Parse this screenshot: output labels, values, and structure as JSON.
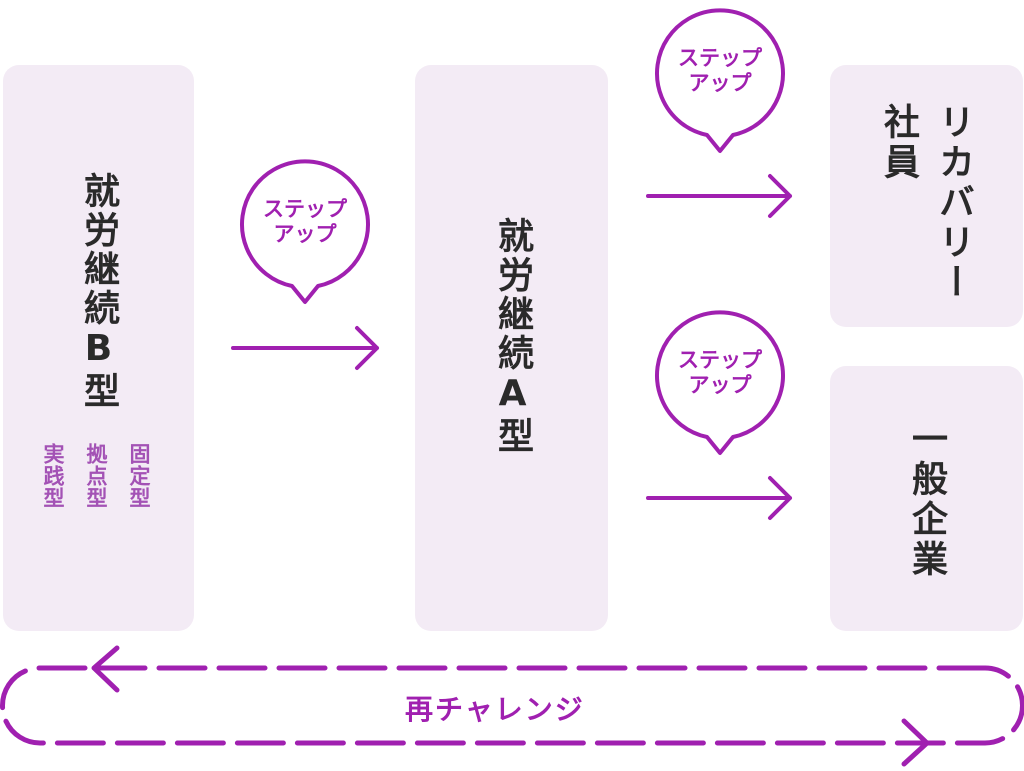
{
  "colors": {
    "accent": "#a020b0",
    "box_fill": "#f3ebf5",
    "sub_label": "#a352b5",
    "text": "#2a2a2a"
  },
  "stages": {
    "type_b": {
      "title": "就労継続B型",
      "subtypes": [
        "固定型",
        "拠点型",
        "実践型"
      ]
    },
    "type_a": {
      "title": "就労継続A型"
    },
    "recovery": {
      "title_col1": "リカバリー",
      "title_col2": "社員"
    },
    "general": {
      "title": "一般企業"
    }
  },
  "steps": {
    "b_to_a": {
      "line1": "ステップ",
      "line2": "アップ"
    },
    "a_to_recovery": {
      "line1": "ステップ",
      "line2": "アップ"
    },
    "a_to_general": {
      "line1": "ステップ",
      "line2": "アップ"
    }
  },
  "loop": {
    "label": "再チャレンジ"
  }
}
